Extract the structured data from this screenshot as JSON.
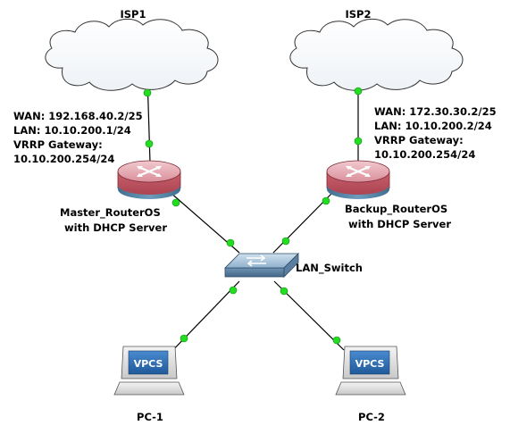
{
  "clouds": {
    "isp1": {
      "label": "ISP1"
    },
    "isp2": {
      "label": "ISP2"
    }
  },
  "routers": {
    "master": {
      "name_line1": "Master_RouterOS",
      "name_line2": "with DHCP Server",
      "wan": "WAN: 192.168.40.2/25",
      "lan": "LAN: 10.10.200.1/24",
      "vrrp_label": "VRRP Gateway:",
      "vrrp_value": "10.10.200.254/24"
    },
    "backup": {
      "name_line1": "Backup_RouterOS",
      "name_line2": "with DHCP Server",
      "wan": "WAN: 172.30.30.2/25",
      "lan": "LAN: 10.10.200.2/24",
      "vrrp_label": "VRRP Gateway:",
      "vrrp_value": "10.10.200.254/24"
    }
  },
  "switch": {
    "label": "LAN_Switch"
  },
  "hosts": {
    "pc1": {
      "label": "PC-1",
      "screen_text": "VPCS"
    },
    "pc2": {
      "label": "PC-2",
      "screen_text": "VPCS"
    }
  },
  "colors": {
    "link": "#000000",
    "link_endpoint": "#22dd22",
    "router_top": "#e8b4bc",
    "router_side": "#c0505e",
    "router_band": "#4a7a9c",
    "cloud_fill": "#ffffff",
    "vpcs_screen": "#2f6fb5"
  }
}
